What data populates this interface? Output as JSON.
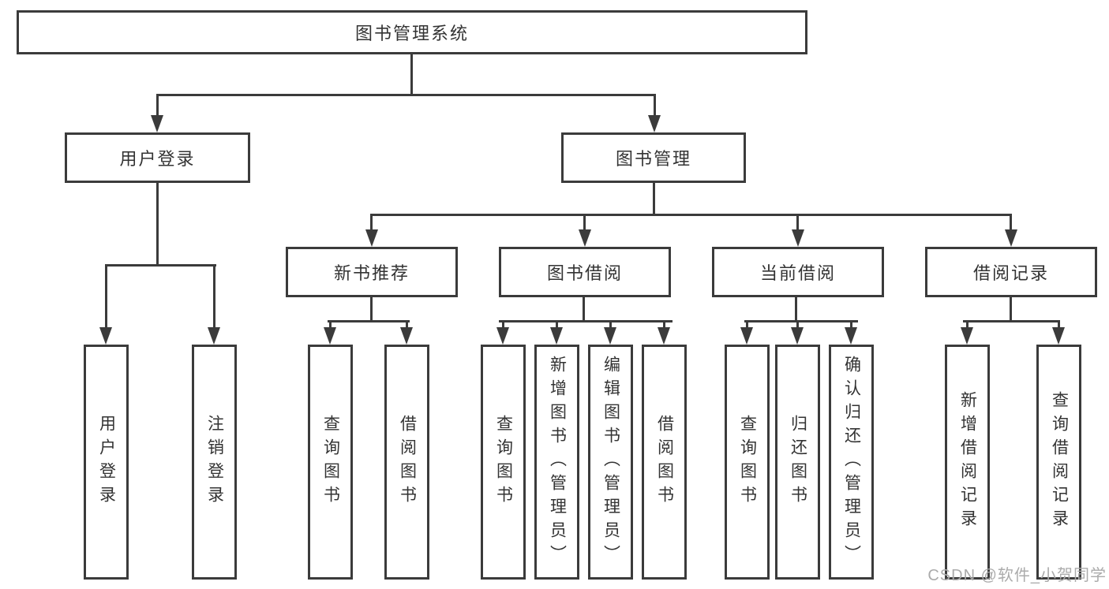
{
  "diagram": {
    "root": "图书管理系统",
    "level2": [
      "用户登录",
      "图书管理"
    ],
    "level3": [
      "新书推荐",
      "图书借阅",
      "当前借阅",
      "借阅记录"
    ],
    "leaves_login": [
      "用户登录",
      "注销登录"
    ],
    "leaves_recommend": [
      "查询图书",
      "借阅图书"
    ],
    "leaves_borrow": [
      "查询图书",
      "新增图书（管理员）",
      "编辑图书（管理员）",
      "借阅图书"
    ],
    "leaves_current": [
      "查询图书",
      "归还图书",
      "确认归还（管理员）"
    ],
    "leaves_records": [
      "新增借阅记录",
      "查询借阅记录"
    ],
    "watermark": "CSDN @软件_小贺同学",
    "colors": {
      "line": "#3b3b3b",
      "box_border": "#3b3b3b",
      "text": "#333333",
      "watermark": "#ababab",
      "background": "#ffffff"
    }
  }
}
